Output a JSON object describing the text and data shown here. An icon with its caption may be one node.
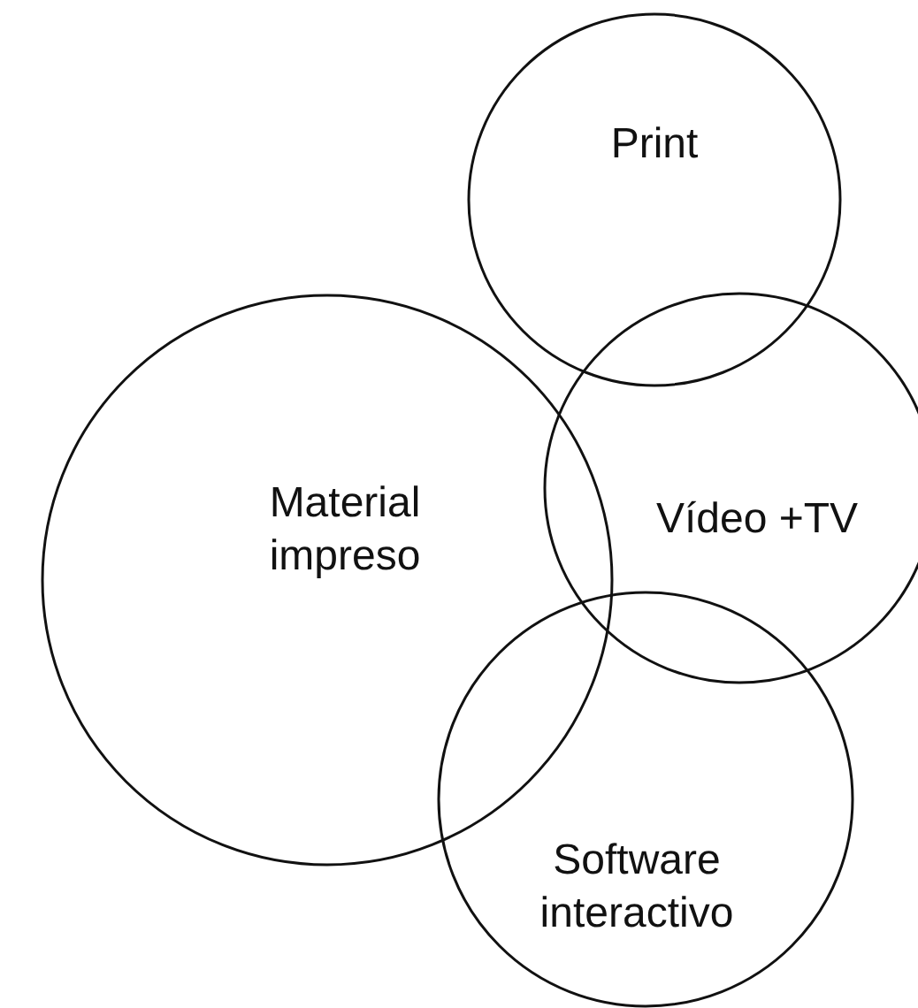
{
  "diagram": {
    "nodes": [
      {
        "text": [
          "Print"
        ]
      },
      {
        "text": [
          "Material impreso"
        ]
      },
      {
        "text": [
          "Vídeo +TV"
        ]
      },
      {
        "text": [
          "Software interactivo"
        ]
      }
    ]
  }
}
